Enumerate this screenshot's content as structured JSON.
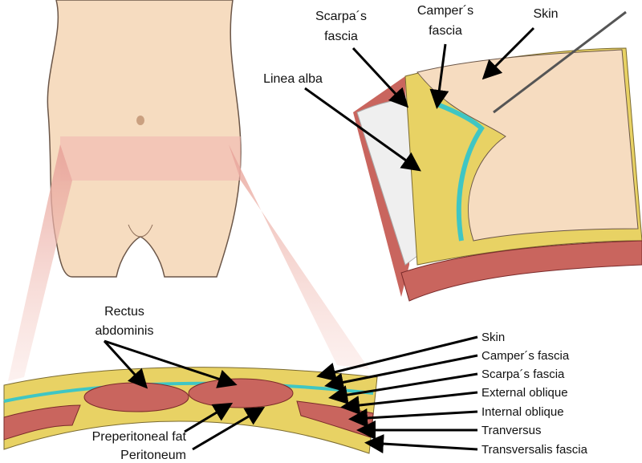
{
  "figure": {
    "top_labels": {
      "scarpas_fascia": [
        "Scarpa´s",
        "fascia"
      ],
      "campers_fascia": [
        "Camper´s",
        "fascia"
      ],
      "skin": "Skin",
      "linea_alba": "Linea alba"
    },
    "bottom_labels": {
      "rectus_abdominis": [
        "Rectus",
        "abdominis"
      ],
      "preperitoneal_fat": "Preperitoneal fat",
      "peritoneum": "Peritoneum"
    },
    "layer_list": [
      "Skin",
      "Camper´s fascia",
      "Scarpa´s fascia",
      "External oblique",
      "Internal oblique",
      "Tranversus",
      "Transversalis fascia"
    ],
    "colors": {
      "skin": "#f6dcc0",
      "fat": "#e8d264",
      "fascia": "#3fc6c4",
      "muscle": "#c9655e",
      "band": "#f2b8b0"
    }
  }
}
